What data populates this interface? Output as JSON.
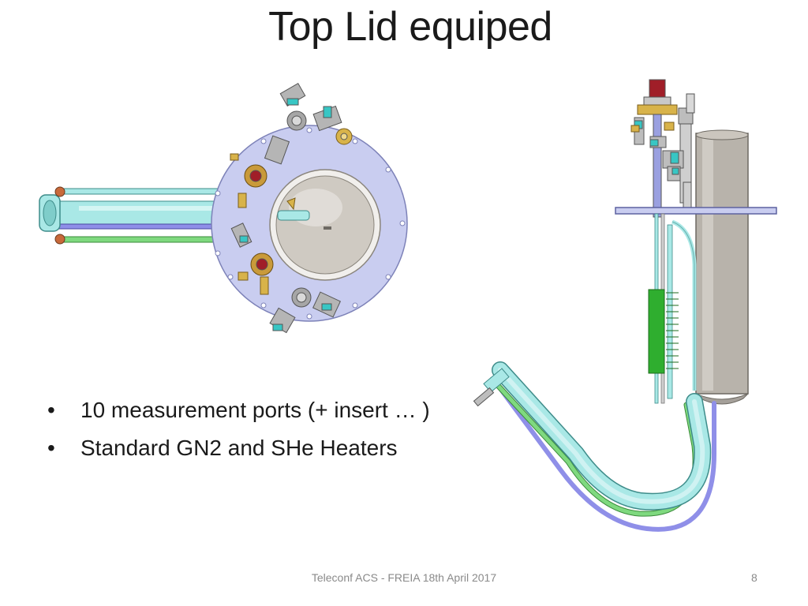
{
  "slide": {
    "title": "Top Lid equiped",
    "bullets": [
      {
        "marker": "•",
        "text": "10 measurement ports (+ insert … )"
      },
      {
        "marker": "•",
        "text": "Standard GN2 and SHe Heaters"
      }
    ],
    "footer": "Teleconf ACS - FREIA 18th April 2017",
    "page_number": "8"
  },
  "colors": {
    "lid_plate": "#c9cdf0",
    "dome": "#cfcac2",
    "pipe_cyan": "#a9e8e6",
    "pipe_green": "#7fd97f",
    "pipe_blue": "#8f8fe8",
    "vessel": "#b8b3ab",
    "heater_green": "#2fae2f",
    "valve_red": "#a01e28",
    "brass": "#d8b34a"
  }
}
